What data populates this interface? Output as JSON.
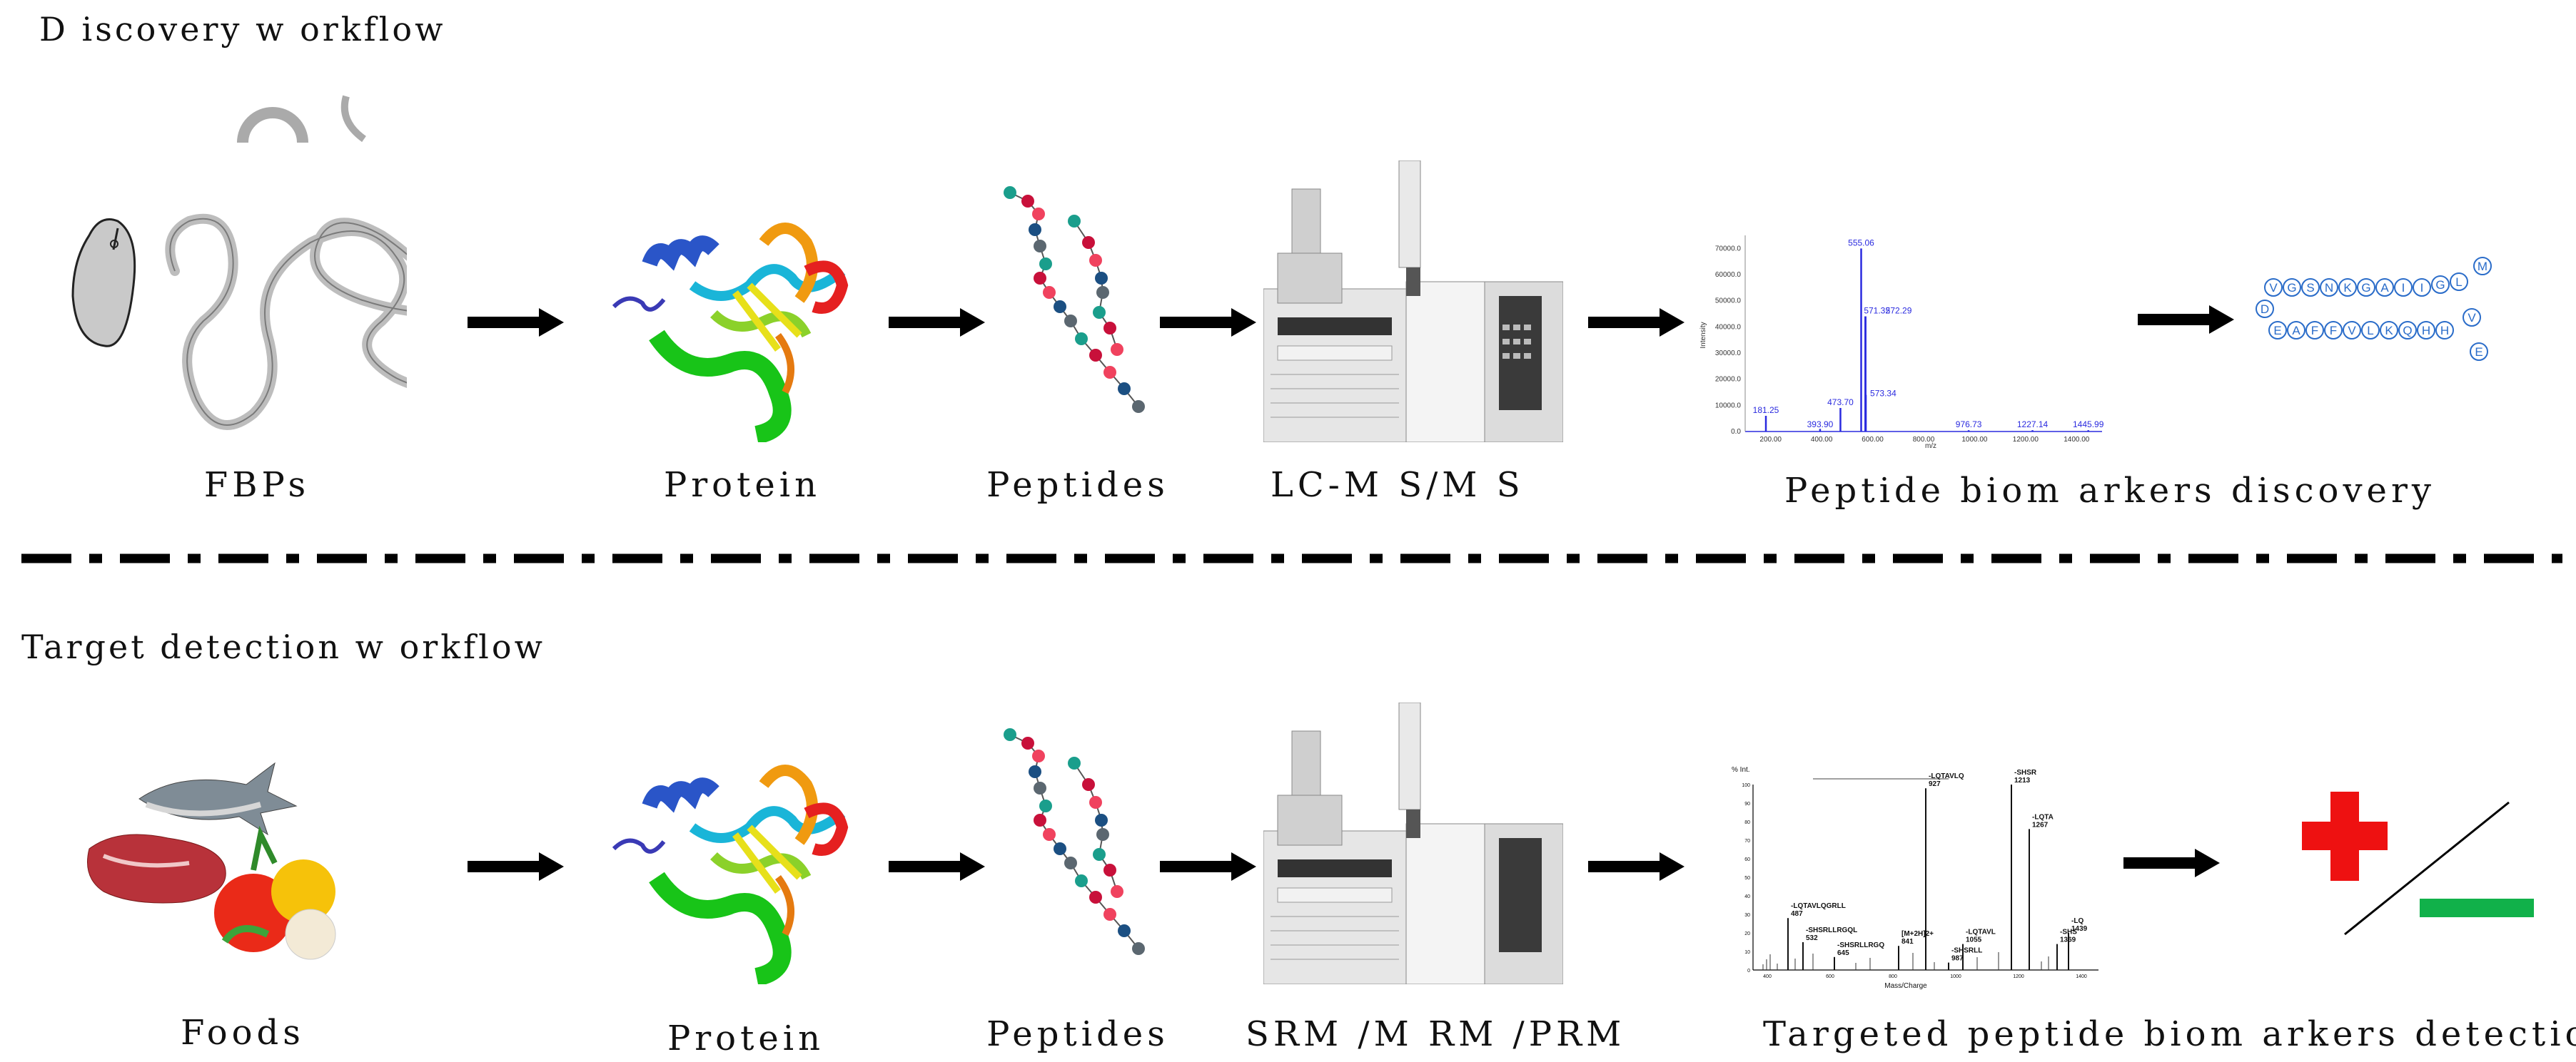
{
  "sections": {
    "discovery_title": "D iscovery w orkflow",
    "target_title": "Target detection w orkflow"
  },
  "discovery": {
    "captions": [
      "FBPs",
      "Protein",
      "Peptides",
      "LC-M S/M S",
      "Peptide biom arkers discovery"
    ],
    "spectrum": {
      "ylabel": "Intensity",
      "xlabel": "m/z",
      "y_ticks": [
        "0.0",
        "10000.0",
        "20000.0",
        "30000.0",
        "40000.0",
        "50000.0",
        "60000.0",
        "70000.0"
      ],
      "x_ticks": [
        "200.00",
        "400.00",
        "600.00",
        "800.00",
        "1000.00",
        "1200.00",
        "1400.00"
      ],
      "peaks": [
        {
          "mz": 181.25,
          "label": "181.25",
          "intensity": 6000
        },
        {
          "mz": 393.9,
          "label": "393.90",
          "intensity": 1000
        },
        {
          "mz": 473.7,
          "label": "473.70",
          "intensity": 9000
        },
        {
          "mz": 555.06,
          "label": "555.06",
          "intensity": 70000
        },
        {
          "mz": 571.32,
          "label": "571.32",
          "intensity": 44000
        },
        {
          "mz": 572.29,
          "label": "572.29",
          "intensity": 44000
        },
        {
          "mz": 573.34,
          "label": "573.34",
          "intensity": 14000
        },
        {
          "mz": 976.73,
          "label": "976.73",
          "intensity": 500
        },
        {
          "mz": 1227.14,
          "label": "1227.14",
          "intensity": 500
        },
        {
          "mz": 1445.99,
          "label": "1445.99",
          "intensity": 500
        }
      ]
    },
    "peptide_chain": [
      "V",
      "G",
      "S",
      "N",
      "K",
      "G",
      "A",
      "I",
      "I",
      "G",
      "L",
      "M",
      "D",
      "E",
      "A",
      "F",
      "F",
      "V",
      "L",
      "K",
      "Q",
      "H",
      "H",
      "V",
      "E"
    ]
  },
  "target": {
    "captions": [
      "Foods",
      "Protein",
      "Peptides",
      "SRM /M RM /PRM",
      "Targeted peptide biom arkers detection"
    ],
    "spectrum": {
      "ylabel": "% Int.",
      "xlabel": "Mass/Charge",
      "y_ticks": [
        "0",
        "10",
        "20",
        "30",
        "40",
        "50",
        "60",
        "70",
        "80",
        "90",
        "100"
      ],
      "x_ticks": [
        "400",
        "600",
        "800",
        "1000",
        "1200",
        "1400"
      ],
      "peaks": [
        {
          "label": "-LQTAVLQGRLL\n487",
          "intensity": 28
        },
        {
          "label": "-SHSRLLRGQL\n532",
          "intensity": 15
        },
        {
          "label": "-SHSRLLRGQ\n645",
          "intensity": 7
        },
        {
          "label": "[M+2H]2+\n841",
          "intensity": 13
        },
        {
          "label": "-LQTAVLQ\n927",
          "intensity": 98
        },
        {
          "label": "-SHSRLL\n987",
          "intensity": 4
        },
        {
          "label": "-LQTAVL\n1055",
          "intensity": 14
        },
        {
          "label": "-SHSR\n1213",
          "intensity": 100
        },
        {
          "label": "-LQTA\n1267",
          "intensity": 76
        },
        {
          "label": "-SHS\n1369",
          "intensity": 14
        },
        {
          "label": "-LQ\n1439",
          "intensity": 20
        }
      ]
    }
  },
  "colors": {
    "arrow": "#000000",
    "peptide_blue": "#2a6cc9",
    "plus_red": "#ee1111",
    "minus_green": "#11b14a",
    "bead_colors": [
      "#1a9e8c",
      "#c8103a",
      "#f0425e",
      "#1b4f82",
      "#5b6770"
    ]
  }
}
